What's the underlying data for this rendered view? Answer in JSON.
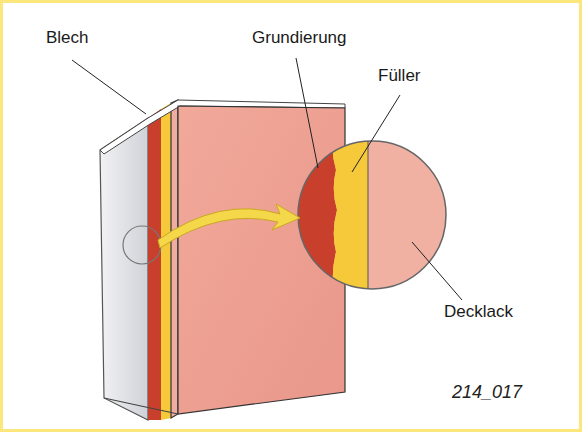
{
  "diagram": {
    "labels": [
      "Blech",
      "Grundierung",
      "Füller",
      "Decklack",
      "214_017"
    ]
  }
}
